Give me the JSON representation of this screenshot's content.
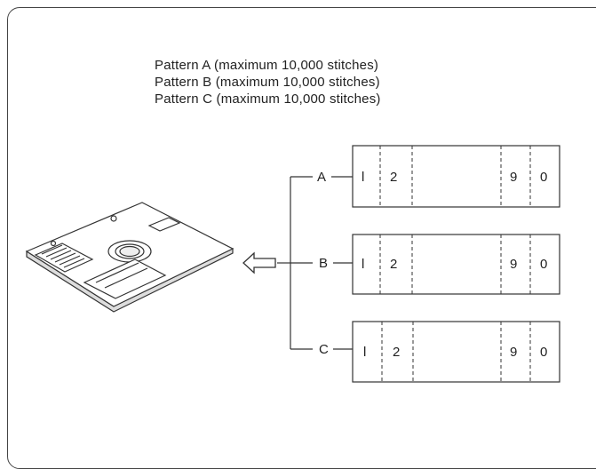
{
  "heading_lines": [
    "Pattern A (maximum 10,000 stitches)",
    "Pattern B (maximum 10,000 stitches)",
    "Pattern C (maximum 10,000 stitches)"
  ],
  "patterns": [
    {
      "label": "A",
      "cells": [
        "l",
        "2",
        "9",
        "0"
      ]
    },
    {
      "label": "B",
      "cells": [
        "l",
        "2",
        "9",
        "0"
      ]
    },
    {
      "label": "C",
      "cells": [
        "l",
        "2",
        "9",
        "0"
      ]
    }
  ],
  "icons": {
    "disk": "floppy-disk-icon",
    "arrow": "hollow-left-arrow-icon"
  }
}
